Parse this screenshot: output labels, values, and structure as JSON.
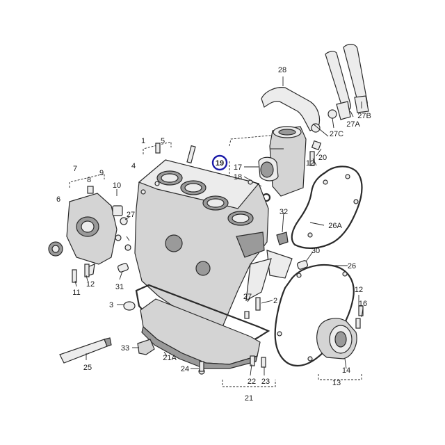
{
  "highlight_color": "#1a1aa8",
  "callouts": [
    {
      "id": "c1",
      "label": "1"
    },
    {
      "id": "c2",
      "label": "2"
    },
    {
      "id": "c3",
      "label": "3"
    },
    {
      "id": "c4",
      "label": "4"
    },
    {
      "id": "c5",
      "label": "5"
    },
    {
      "id": "c6",
      "label": "6"
    },
    {
      "id": "c7",
      "label": "7"
    },
    {
      "id": "c8",
      "label": "8"
    },
    {
      "id": "c9",
      "label": "9"
    },
    {
      "id": "c10",
      "label": "10"
    },
    {
      "id": "c11",
      "label": "11"
    },
    {
      "id": "c12a",
      "label": "12"
    },
    {
      "id": "c12b",
      "label": "12"
    },
    {
      "id": "c12c",
      "label": "12"
    },
    {
      "id": "c13",
      "label": "13"
    },
    {
      "id": "c14",
      "label": "14"
    },
    {
      "id": "c16",
      "label": "16"
    },
    {
      "id": "c17",
      "label": "17"
    },
    {
      "id": "c18",
      "label": "18"
    },
    {
      "id": "c19",
      "label": "19",
      "highlighted": true
    },
    {
      "id": "c20",
      "label": "20"
    },
    {
      "id": "c21",
      "label": "21"
    },
    {
      "id": "c21a",
      "label": "21A"
    },
    {
      "id": "c22",
      "label": "22"
    },
    {
      "id": "c23",
      "label": "23"
    },
    {
      "id": "c24",
      "label": "24"
    },
    {
      "id": "c25",
      "label": "25"
    },
    {
      "id": "c26",
      "label": "26"
    },
    {
      "id": "c26a",
      "label": "26A"
    },
    {
      "id": "c27a",
      "label": "27"
    },
    {
      "id": "c27b",
      "label": "27"
    },
    {
      "id": "c27A",
      "label": "27A"
    },
    {
      "id": "c27B",
      "label": "27B"
    },
    {
      "id": "c27C",
      "label": "27C"
    },
    {
      "id": "c28",
      "label": "28"
    },
    {
      "id": "c30",
      "label": "30"
    },
    {
      "id": "c31",
      "label": "31"
    },
    {
      "id": "c32",
      "label": "32"
    },
    {
      "id": "c33",
      "label": "33"
    }
  ]
}
